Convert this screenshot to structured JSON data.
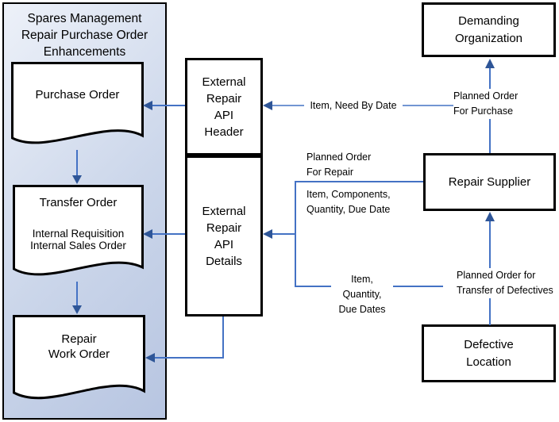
{
  "panel": {
    "title": [
      "Spares Management",
      "Repair Purchase Order",
      "Enhancements"
    ]
  },
  "documents": {
    "purchase_order": {
      "title": "Purchase Order"
    },
    "transfer_order": {
      "title": "Transfer Order",
      "subtitle1": "Internal Requisition",
      "subtitle2": "Internal Sales Order"
    },
    "repair_work_order": {
      "title1": "Repair",
      "title2": "Work Order"
    }
  },
  "api": {
    "header": {
      "lines": [
        "External",
        "Repair",
        "API",
        "Header"
      ]
    },
    "details": {
      "lines": [
        "External",
        "Repair",
        "API",
        "Details"
      ]
    }
  },
  "organizations": {
    "demanding": {
      "lines": [
        "Demanding",
        "Organization"
      ]
    },
    "repair_supplier": {
      "label": "Repair Supplier"
    },
    "defective_location": {
      "lines": [
        "Defective",
        "Location"
      ]
    }
  },
  "labels": {
    "item_need_by_date": "Item, Need By Date",
    "planned_order_purchase": [
      "Planned Order",
      "For Purchase"
    ],
    "planned_order_repair": [
      "Planned Order",
      "For Repair"
    ],
    "item_components": [
      "Item, Components,",
      "Quantity, Due Date"
    ],
    "item_quantity": [
      "Item, Quantity,",
      "Due Dates"
    ],
    "planned_order_transfer": [
      "Planned Order for",
      "Transfer of Defectives"
    ]
  },
  "colors": {
    "connector": "#4472C4",
    "arrowhead": "#2E5597",
    "panel_gradient_top": "#EDF1F9",
    "panel_gradient_bottom": "#B7C5E1",
    "box_border": "#000000",
    "box_fill": "#FFFFFF"
  }
}
